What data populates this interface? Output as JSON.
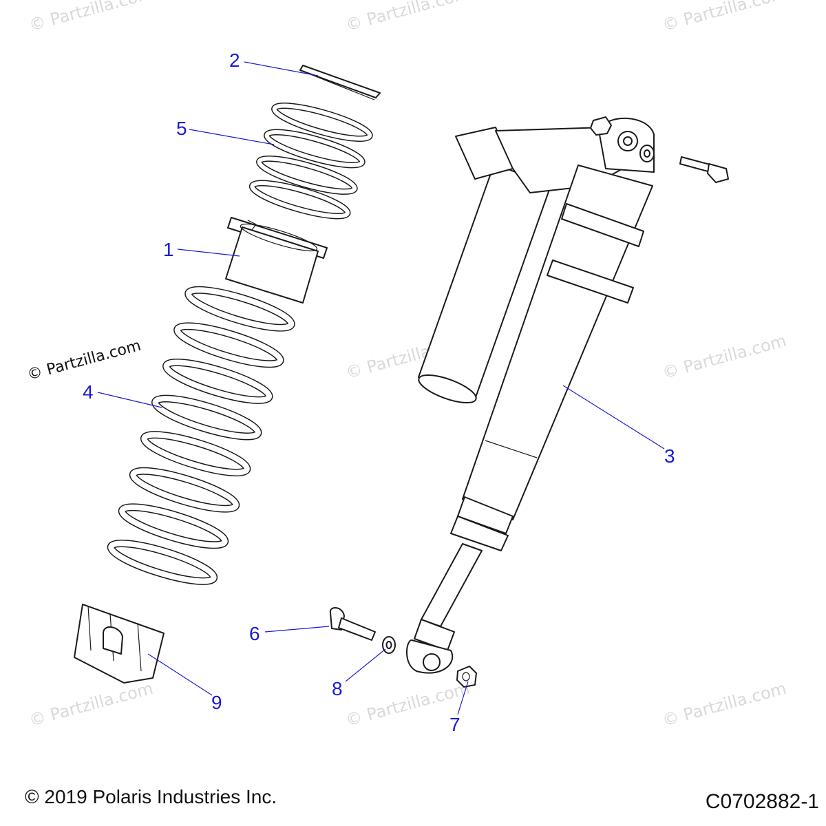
{
  "watermark": "© Partzilla.com",
  "callouts": {
    "c1": "1",
    "c2": "2",
    "c3": "3",
    "c4": "4",
    "c5": "5",
    "c6": "6",
    "c7": "7",
    "c8": "8",
    "c9": "9"
  },
  "footer": {
    "copyright": "© 2019 Polaris Industries Inc.",
    "figure_id": "C0702882-1"
  },
  "colors": {
    "callout": "#1a1ad6",
    "outline": "#1a1a1a",
    "watermark": "#d9d9d9"
  }
}
